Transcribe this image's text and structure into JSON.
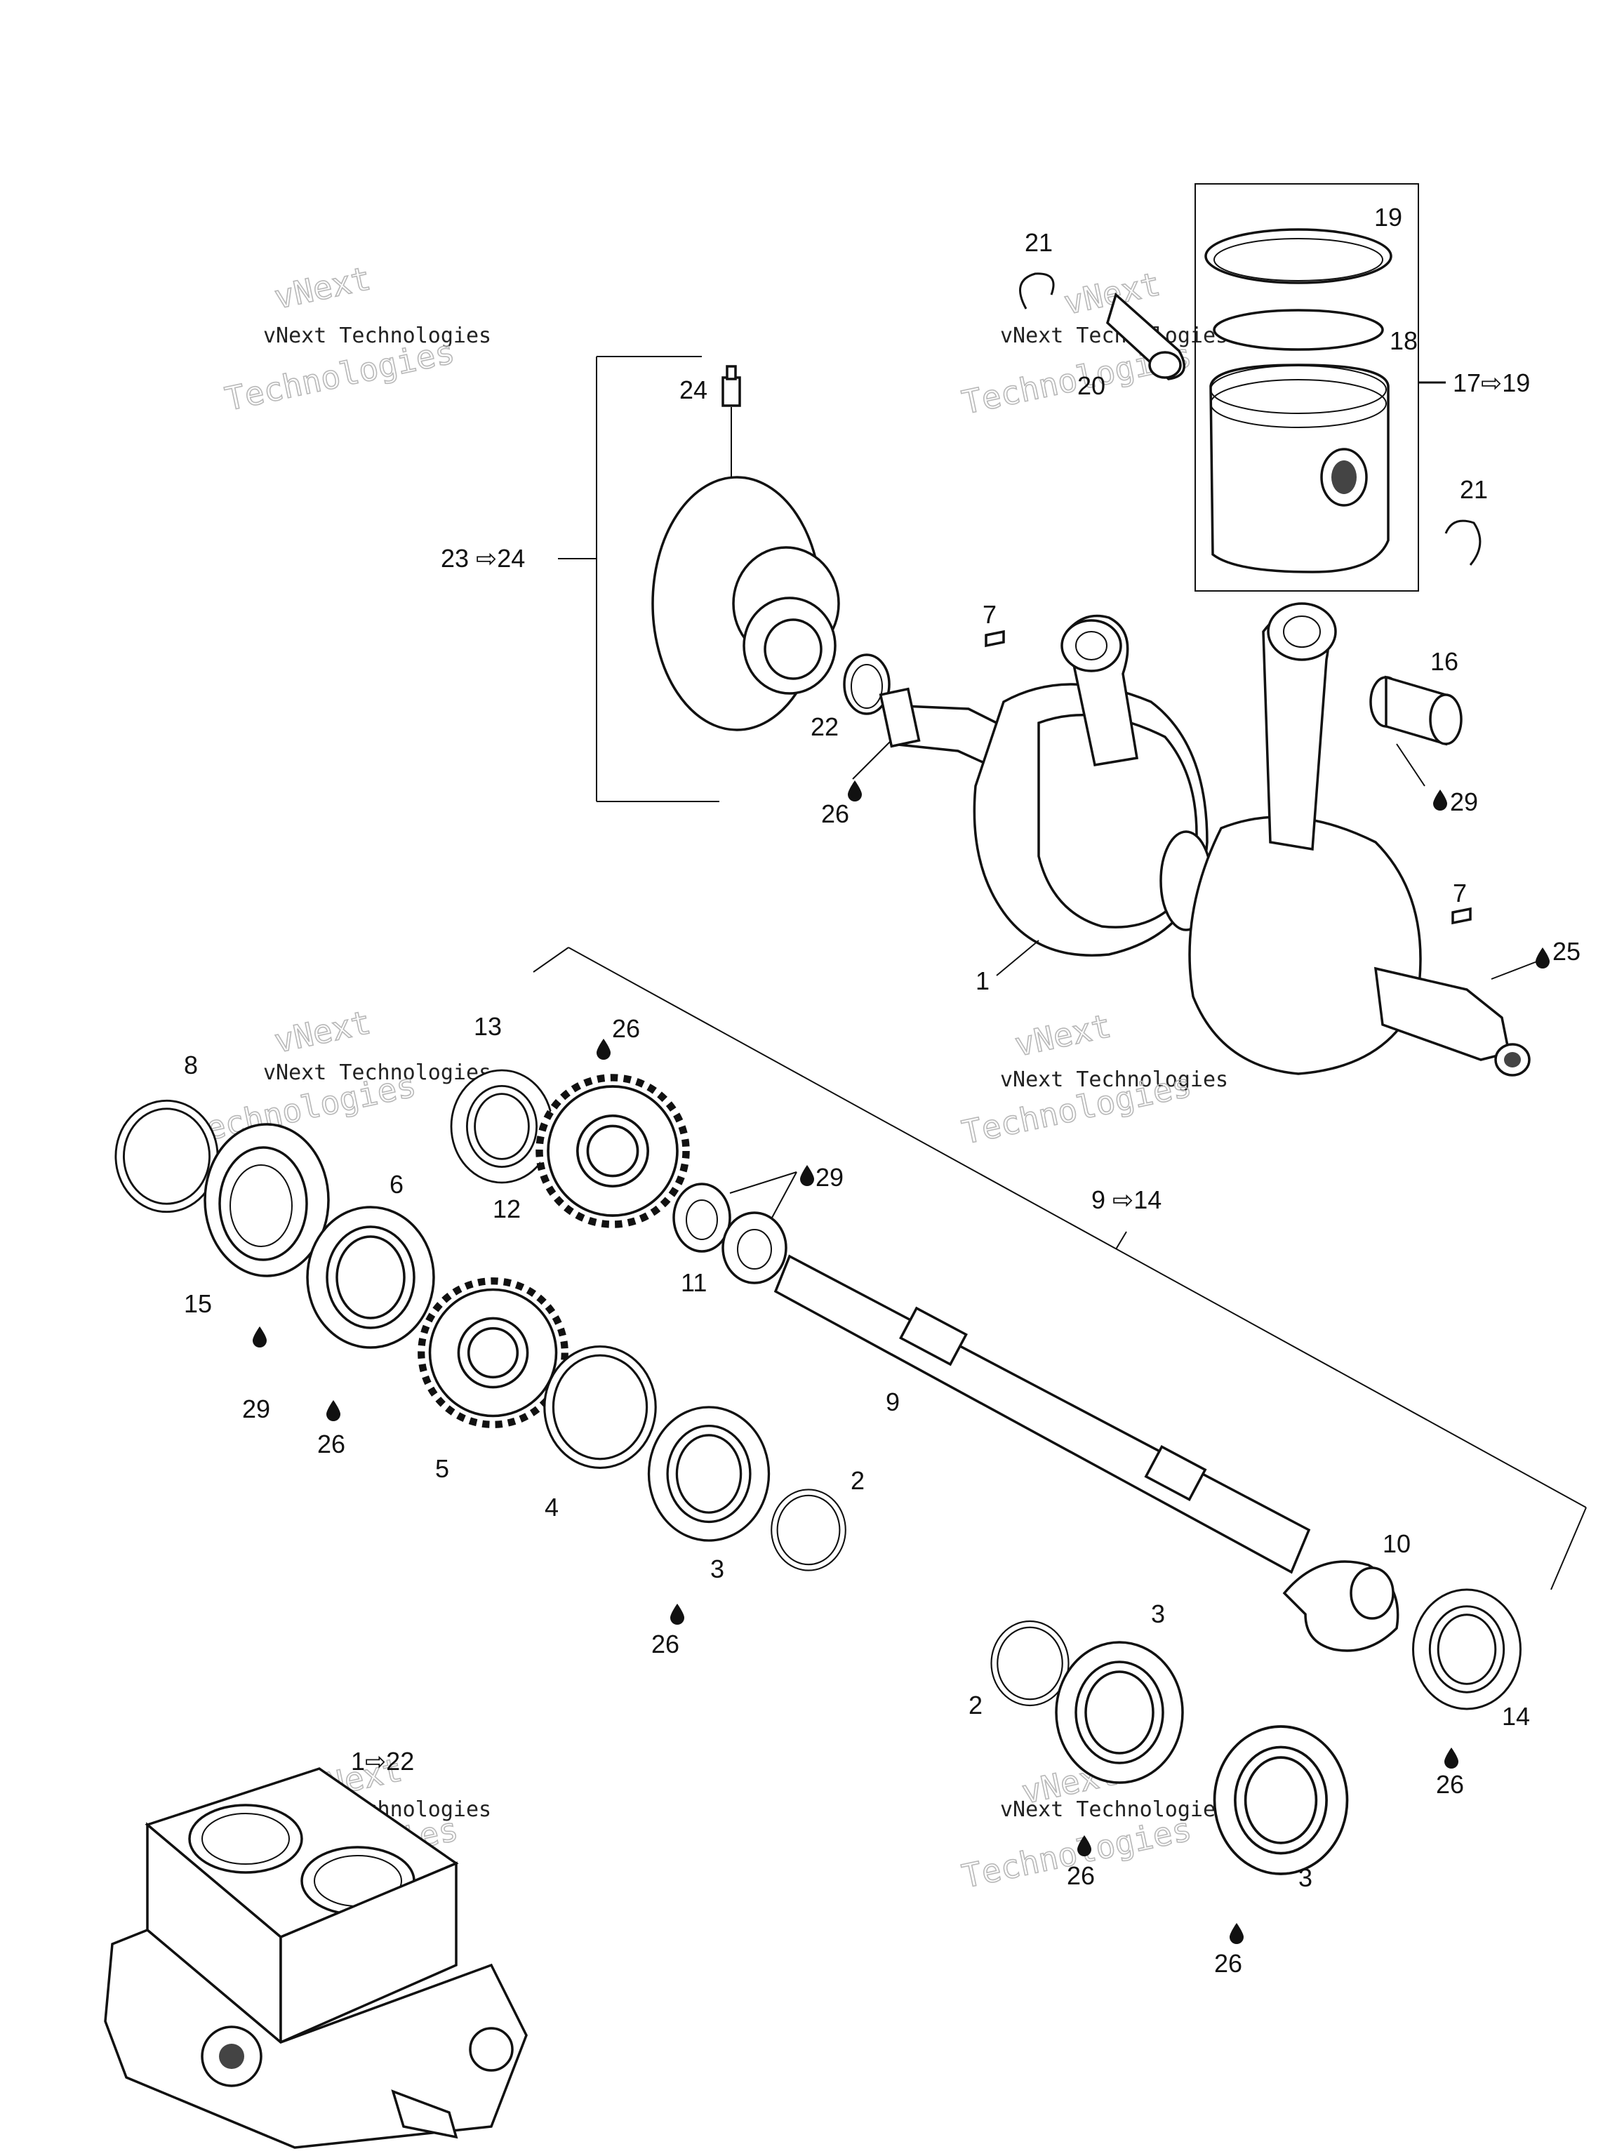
{
  "callouts": {
    "c1": "1",
    "c1_22": "1⇨22",
    "c2a": "2",
    "c2b": "2",
    "c3a": "3",
    "c3b": "3",
    "c3c": "3",
    "c4": "4",
    "c5": "5",
    "c6": "6",
    "c7a": "7",
    "c7b": "7",
    "c8": "8",
    "c9": "9",
    "c9_14": "9 ⇨14",
    "c10": "10",
    "c11": "11",
    "c12": "12",
    "c13": "13",
    "c14": "14",
    "c15": "15",
    "c16": "16",
    "c17_19": "17⇨19",
    "c18": "18",
    "c19": "19",
    "c20": "20",
    "c21a": "21",
    "c21b": "21",
    "c22": "22",
    "c23_24": "23 ⇨24",
    "c24": "24",
    "c25": "25",
    "c26a": "26",
    "c26b": "26",
    "c26c": "26",
    "c26d": "26",
    "c26e": "26",
    "c26f": "26",
    "c26g": "26",
    "c29a": "29",
    "c29b": "29",
    "c29c": "29"
  },
  "watermark": {
    "line1": "vNext Technologies",
    "logo_a": "vNext",
    "logo_b": "Technologies"
  },
  "icons": {
    "lubricant": "oil-drop-icon"
  }
}
